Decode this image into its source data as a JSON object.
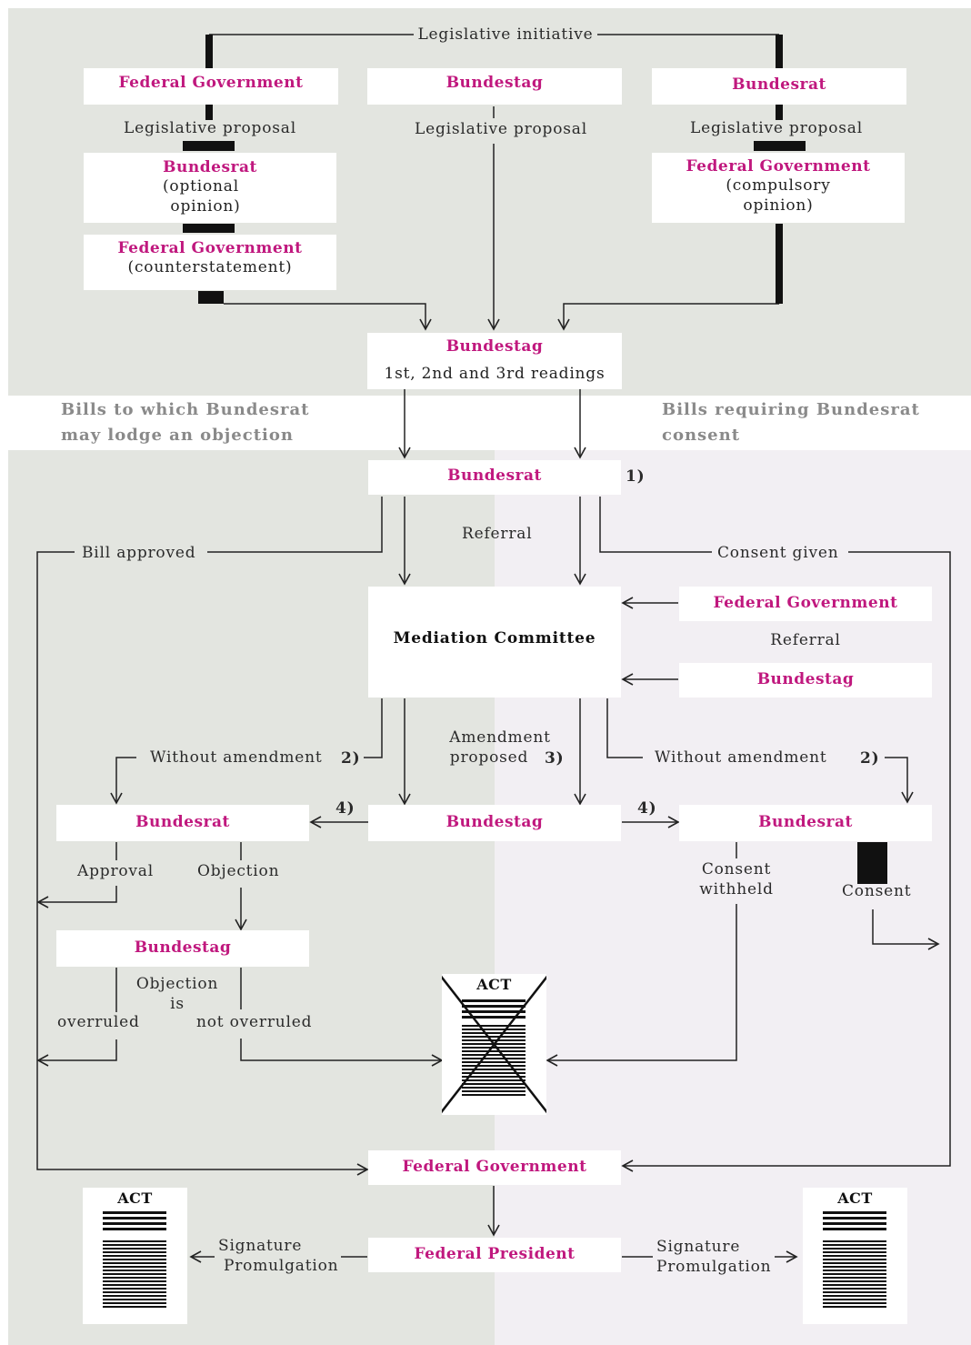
{
  "top": {
    "initiative": "Legislative initiative",
    "col1": {
      "org": "Federal Government",
      "proposal": "Legislative proposal"
    },
    "col2": {
      "org": "Bundestag",
      "proposal": "Legislative proposal"
    },
    "col3": {
      "org": "Bundesrat",
      "proposal": "Legislative proposal"
    },
    "br_opinion": {
      "org": "Bundesrat",
      "line1": "(optional",
      "line2": "opinion)"
    },
    "fg_counter": {
      "org": "Federal Government",
      "line1": "(counterstatement)"
    },
    "fg_opinion": {
      "org": "Federal Government",
      "line1": "(compulsory",
      "line2": "opinion)"
    },
    "readings": {
      "org": "Bundestag",
      "line1": "1st, 2nd and 3rd readings"
    }
  },
  "band": {
    "left_line1": "Bills to which Bundesrat",
    "left_line2": "may lodge an objection",
    "right_line1": "Bills requiring Bundesrat",
    "right_line2": "consent"
  },
  "middle": {
    "bundesrat": "Bundesrat",
    "note1": "1)",
    "referral": "Referral",
    "bill_approved": "Bill approved",
    "consent_given": "Consent given",
    "mediation": "Mediation Committee",
    "fg_referral": "Federal Government",
    "referral2": "Referral",
    "bt_referral": "Bundestag",
    "without_amend_left": "Without amendment",
    "without_amend_right": "Without amendment",
    "note2": "2)",
    "amend_line1": "Amendment",
    "amend_line2": "proposed",
    "note3": "3)",
    "note4": "4)",
    "bundesrat_left": "Bundesrat",
    "bundestag_center": "Bundestag",
    "bundesrat_right": "Bundesrat",
    "approval": "Approval",
    "objection": "Objection",
    "consent_withheld_1": "Consent",
    "consent_withheld_2": "withheld",
    "consent": "Consent",
    "bundestag_left": "Bundestag",
    "obj_is_1": "Objection",
    "obj_is_2": "is",
    "overruled": "overruled",
    "not_overruled": "not overruled",
    "act": "ACT"
  },
  "bottom": {
    "fg": "Federal Government",
    "fp": "Federal President",
    "sig_left_1": "Signature",
    "sig_left_2": "Promulgation",
    "sig_right_1": "Signature",
    "sig_right_2": "Promulgation",
    "act_left": "ACT",
    "act_right": "ACT"
  },
  "colors": {
    "org": "#c0187e",
    "bg_left": "#e3e5e0",
    "bg_right": "#f2eff3",
    "band_text": "#8a8a8a"
  }
}
